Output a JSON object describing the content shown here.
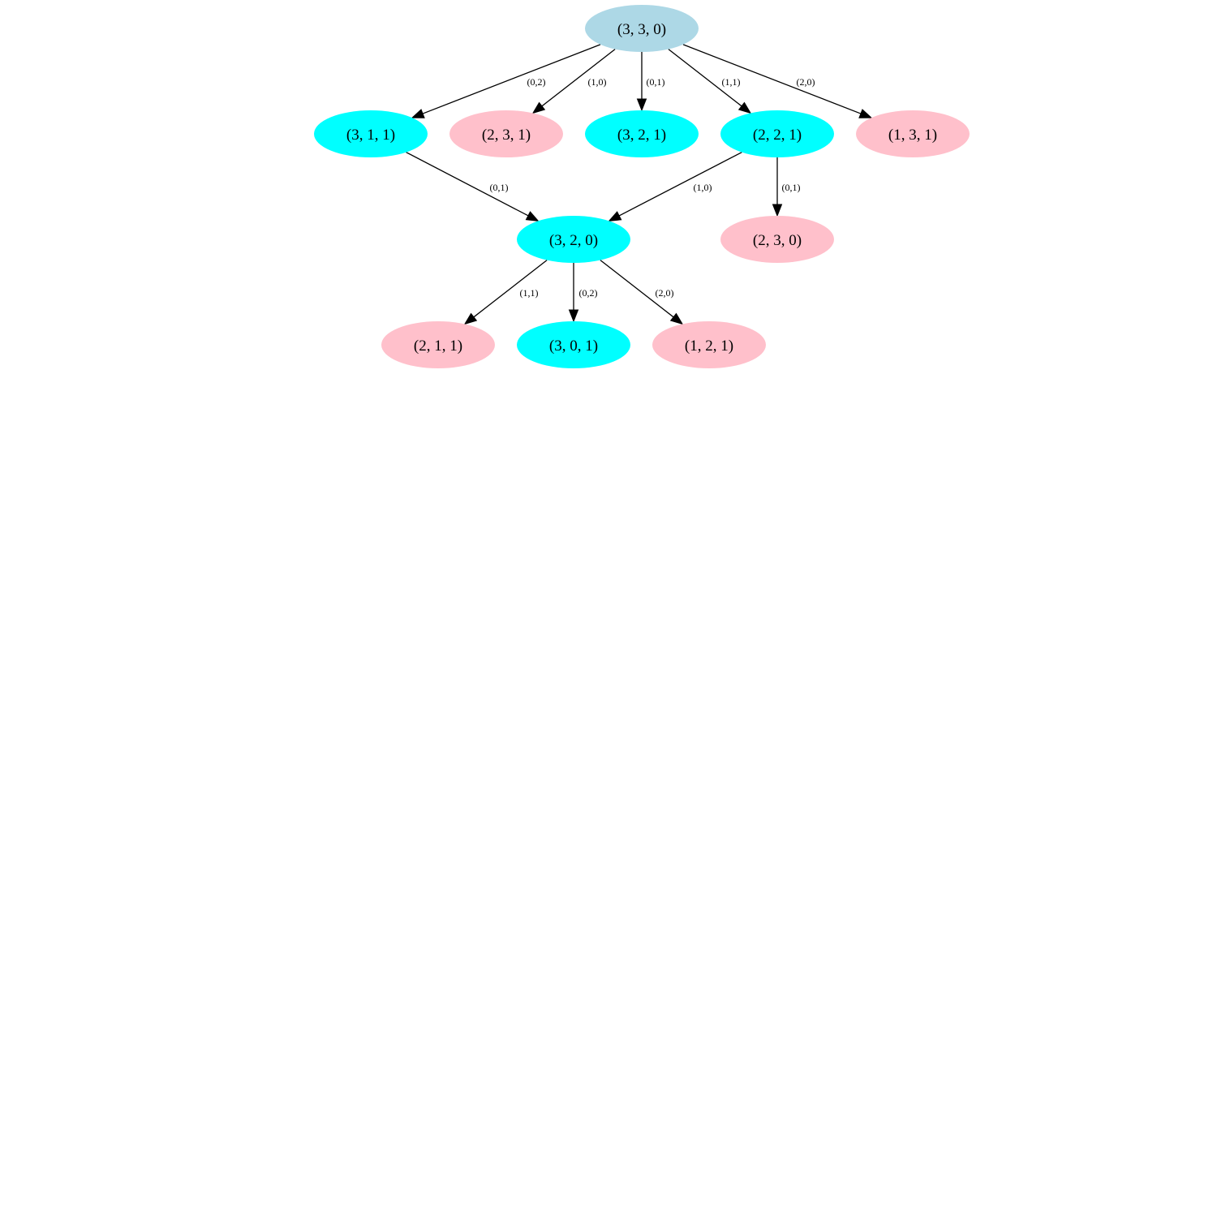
{
  "colors": {
    "root": "#add8e6",
    "valid": "#00ffff",
    "invalid": "#ffc0cb",
    "edge": "#000000",
    "background": "#ffffff"
  },
  "nodes": [
    {
      "id": "n330r",
      "label": "(3, 3, 0)",
      "kind": "root"
    },
    {
      "id": "n311",
      "label": "(3, 1, 1)",
      "kind": "valid"
    },
    {
      "id": "n231",
      "label": "(2, 3, 1)",
      "kind": "invalid"
    },
    {
      "id": "n321",
      "label": "(3, 2, 1)",
      "kind": "valid"
    },
    {
      "id": "n221",
      "label": "(2, 2, 1)",
      "kind": "valid"
    },
    {
      "id": "n131",
      "label": "(1, 3, 1)",
      "kind": "invalid"
    },
    {
      "id": "n320",
      "label": "(3, 2, 0)",
      "kind": "valid"
    },
    {
      "id": "n230",
      "label": "(2, 3, 0)",
      "kind": "invalid"
    },
    {
      "id": "n211",
      "label": "(2, 1, 1)",
      "kind": "invalid"
    },
    {
      "id": "n301",
      "label": "(3, 0, 1)",
      "kind": "valid"
    },
    {
      "id": "n121",
      "label": "(1, 2, 1)",
      "kind": "invalid"
    }
  ],
  "edges": [
    {
      "from": "n330r",
      "to": "n311",
      "label": "(0,2)"
    },
    {
      "from": "n330r",
      "to": "n231",
      "label": "(1,0)"
    },
    {
      "from": "n330r",
      "to": "n321",
      "label": "(0,1)"
    },
    {
      "from": "n330r",
      "to": "n221",
      "label": "(1,1)"
    },
    {
      "from": "n330r",
      "to": "n131",
      "label": "(2,0)"
    },
    {
      "from": "n311",
      "to": "n320",
      "label": "(0,1)"
    },
    {
      "from": "n221",
      "to": "n320",
      "label": "(1,0)"
    },
    {
      "from": "n221",
      "to": "n230",
      "label": "(0,1)"
    },
    {
      "from": "n320",
      "to": "n211",
      "label": "(1,1)"
    },
    {
      "from": "n320",
      "to": "n301",
      "label": "(0,2)"
    },
    {
      "from": "n320",
      "to": "n121",
      "label": "(2,0)"
    }
  ]
}
